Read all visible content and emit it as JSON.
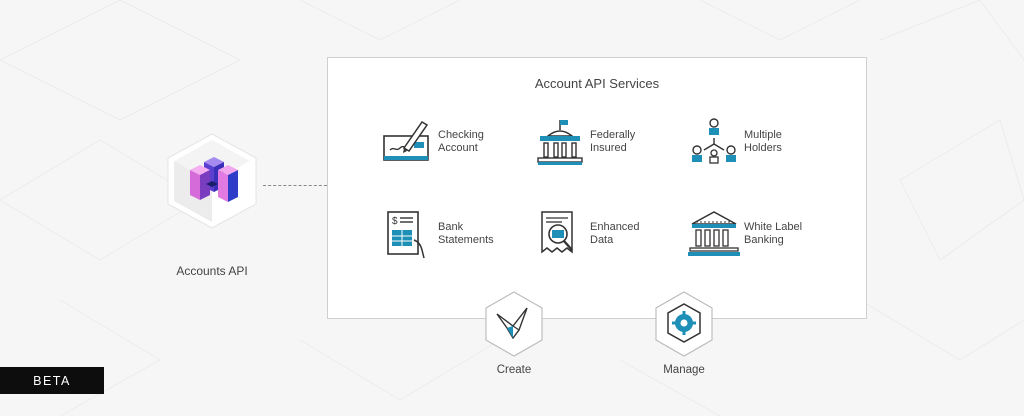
{
  "api": {
    "label": "Accounts API",
    "cube_colors": [
      "#c95ad7",
      "#7b58d6",
      "#3a3fd1",
      "#f0a8f0"
    ]
  },
  "panel": {
    "title": "Account API Services",
    "services": [
      {
        "id": "checking",
        "line1": "Checking",
        "line2": "Account",
        "icon": "check-pen-icon"
      },
      {
        "id": "insured",
        "line1": "Federally",
        "line2": "Insured",
        "icon": "bank-building-flag-icon"
      },
      {
        "id": "holders",
        "line1": "Multiple",
        "line2": "Holders",
        "icon": "people-hierarchy-icon"
      },
      {
        "id": "statements",
        "line1": "Bank",
        "line2": "Statements",
        "icon": "statement-document-icon"
      },
      {
        "id": "data",
        "line1": "Enhanced",
        "line2": "Data",
        "icon": "receipt-magnifier-icon"
      },
      {
        "id": "whitelabel",
        "line1": "White Label",
        "line2": "Banking",
        "icon": "bank-columns-icon"
      }
    ]
  },
  "actions": {
    "create": {
      "label": "Create",
      "icon": "paper-crane-icon"
    },
    "manage": {
      "label": "Manage",
      "icon": "gear-cube-icon"
    }
  },
  "badge": {
    "text": "BETA"
  },
  "colors": {
    "accent": "#1e8fb6",
    "ink": "#333333",
    "panel_border": "#cfcfcf"
  }
}
